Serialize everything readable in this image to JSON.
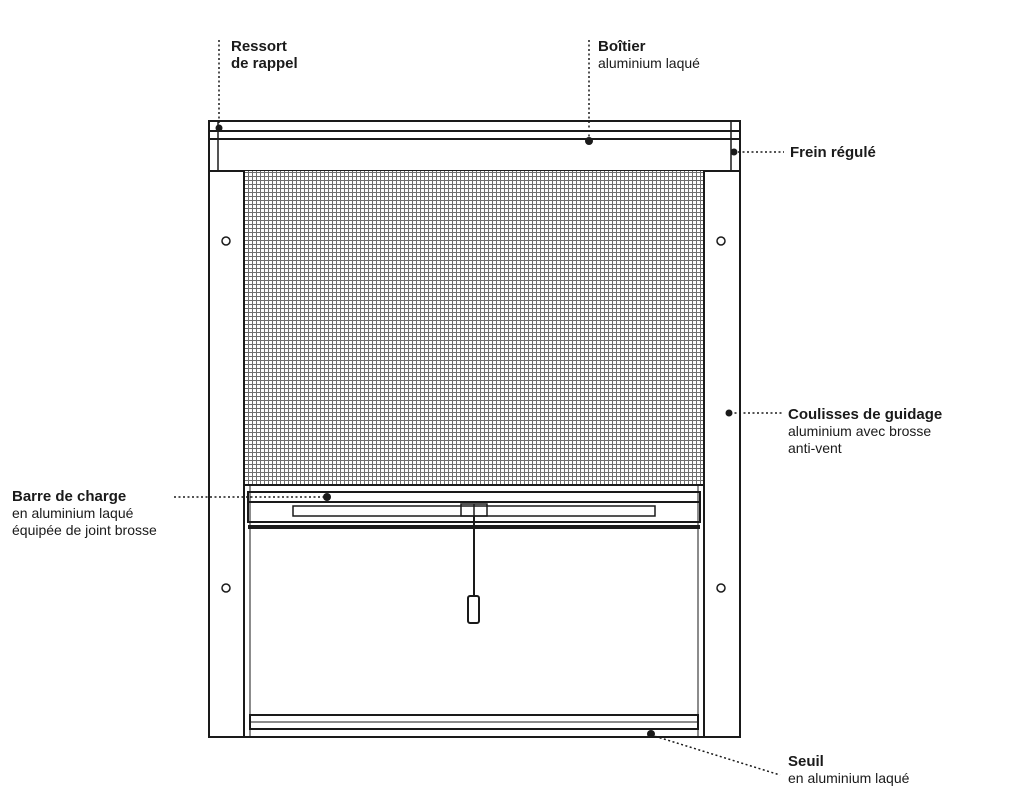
{
  "colors": {
    "stroke": "#1a1a1a",
    "mesh": "#6f6f6f",
    "background": "#ffffff"
  },
  "labels": {
    "ressort": {
      "title_1": "Ressort",
      "title_2": "de rappel"
    },
    "boitier": {
      "title": "Boîtier",
      "sub": "aluminium laqué"
    },
    "frein": {
      "title": "Frein régulé"
    },
    "coulisses": {
      "title": "Coulisses de guidage",
      "sub_1": "aluminium avec brosse",
      "sub_2": "anti-vent"
    },
    "barre": {
      "title": "Barre de charge",
      "sub_1": "en aluminium laqué",
      "sub_2": "équipée de joint brosse"
    },
    "seuil": {
      "title": "Seuil",
      "sub": "en aluminium laqué"
    }
  }
}
